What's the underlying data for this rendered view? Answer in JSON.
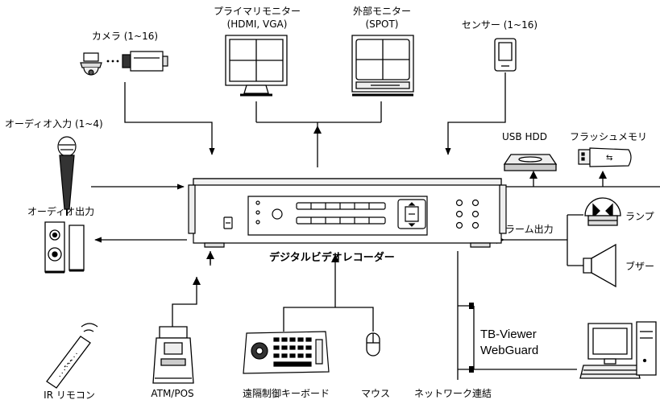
{
  "labels": {
    "camera": "カメラ (1~16)",
    "primary_monitor_line1": "プライマリモニター",
    "primary_monitor_line2": "(HDMI, VGA)",
    "external_monitor_line1": "外部モニター",
    "external_monitor_line2": "(SPOT)",
    "sensor": "センサー (1~16)",
    "audio_input": "オーディオ入力 (1~4)",
    "usb_hdd": "USB HDD",
    "flash_memory": "フラッシュメモリ",
    "audio_output": "オーディオ出力",
    "alarm_output": "ラーム出力",
    "lamp": "ランプ",
    "buzzer": "ブザー",
    "dvr": "デジタルビデオレコーダー",
    "remote_software_line1": "TB-Viewer",
    "remote_software_line2": "WebGuard",
    "ir_remote": "IR リモコン",
    "atm_pos": "ATM/POS",
    "control_keyboard": "遠隔制御キーボード",
    "mouse": "マウス",
    "network": "ネットワーク連結"
  },
  "icons": [
    "camera-icon",
    "monitor-icon",
    "sensor-icon",
    "microphone-icon",
    "usb-hdd-icon",
    "flash-memory-icon",
    "speaker-icon",
    "lamp-icon",
    "buzzer-icon",
    "dvr-icon",
    "pc-icon",
    "remote-control-icon",
    "atm-icon",
    "keyboard-icon",
    "mouse-icon"
  ],
  "colors": {
    "line": "#000000",
    "fill": "#ffffff",
    "accent": "#bbbbbb"
  }
}
